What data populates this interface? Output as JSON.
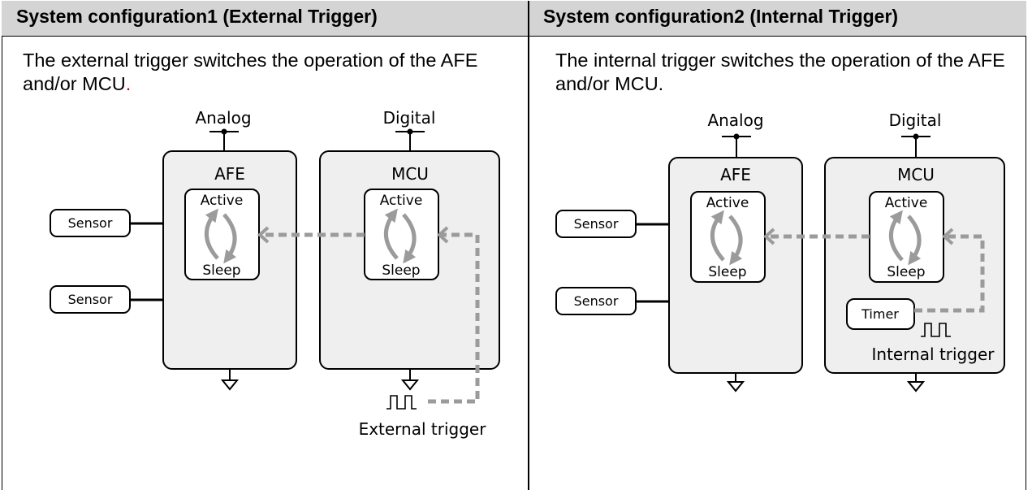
{
  "panel1": {
    "header": "System configuration1 (External Trigger)",
    "description_before": "The external trigger switches the operation of the AFE and/or MCU",
    "description_period": ".",
    "analog_label": "Analog",
    "digital_label": "Digital",
    "afe_label": "AFE",
    "mcu_label": "MCU",
    "active_label": "Active",
    "sleep_label": "Sleep",
    "sensor1_label": "Sensor",
    "sensor2_label": "Sensor",
    "trigger_label": "External trigger"
  },
  "panel2": {
    "header": "System configuration2 (Internal Trigger)",
    "description": "The internal trigger switches the operation of the AFE and/or MCU.",
    "analog_label": "Analog",
    "digital_label": "Digital",
    "afe_label": "AFE",
    "mcu_label": "MCU",
    "active_label": "Active",
    "sleep_label": "Sleep",
    "sensor1_label": "Sensor",
    "sensor2_label": "Sensor",
    "timer_label": "Timer",
    "trigger_label": "Internal trigger"
  },
  "colors": {
    "box_fill": "#efefef",
    "arrow_gray": "#9b9b9b",
    "header_fill": "#d4d4d4",
    "accent_red": "#cc0000"
  }
}
